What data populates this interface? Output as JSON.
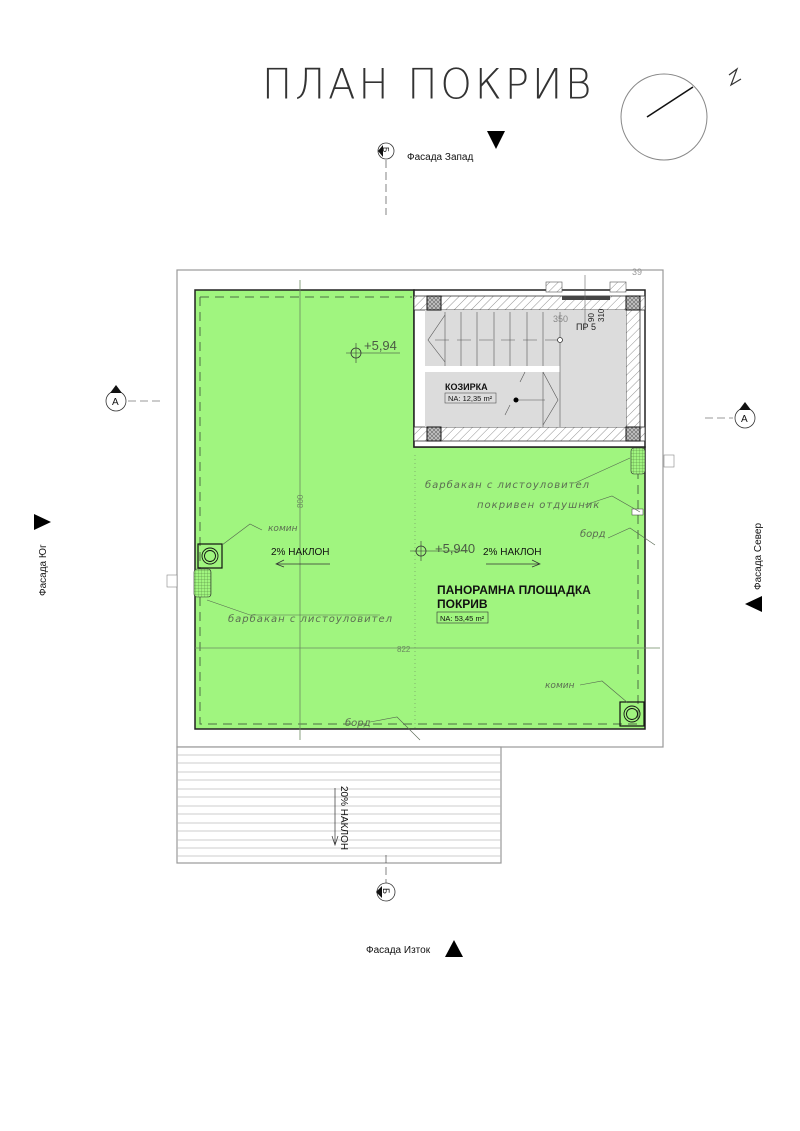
{
  "title": "ПЛАН  ПОКРИВ",
  "north_arrow": {
    "label": "N"
  },
  "facades": {
    "west": "Фасада Запад",
    "south": "Фасада Юг",
    "north": "Фасада Север",
    "east": "Фасада Изток"
  },
  "section_markers": {
    "a_left": "A",
    "a_right": "A",
    "b_top": "Б",
    "b_bottom": "Б"
  },
  "rooms": {
    "canopy": {
      "name": "КОЗИРКА",
      "area": "NA: 12,35 m²"
    },
    "terrace": {
      "name_line1": "ПАНОРАМНА ПЛОЩАДКА",
      "name_line2": "ПОКРИВ",
      "area": "NA: 53,45 m²"
    }
  },
  "elevations": {
    "upper": "+5,94",
    "main": "+5,940"
  },
  "slopes": {
    "left": "2%  НАКЛОН",
    "right": "2%  НАКЛОН",
    "lower": "20%  НАКЛОН"
  },
  "annotations": {
    "gutter_right": "барбакан с листоуловител",
    "vent": "покривен отдушник",
    "edge_right": "борд",
    "chimney_left": "комин",
    "gutter_left": "барбакан с листоуловител",
    "chimney_right": "комин",
    "edge_bottom": "борд"
  },
  "window": {
    "label": "ПР 5",
    "width": "90",
    "height": "310"
  },
  "dimensions": {
    "stair": "350",
    "total_width": "822",
    "total_depth": "800",
    "top_offset": "39"
  },
  "colors": {
    "terrace_fill": "#a0f57f",
    "stair_fill": "#dcdcdc",
    "line": "#222222"
  }
}
